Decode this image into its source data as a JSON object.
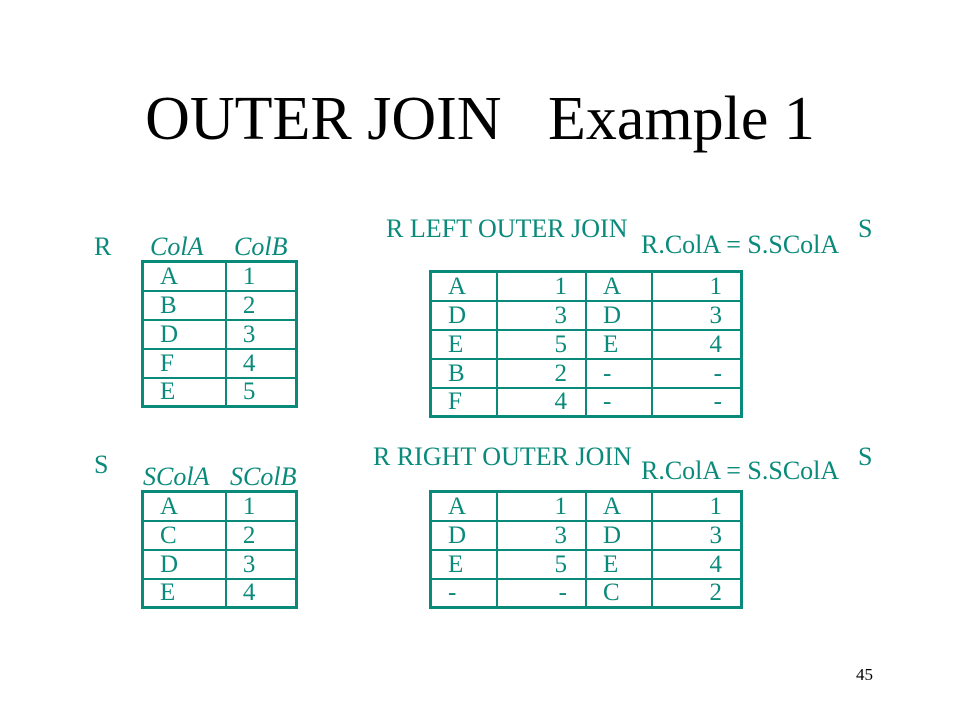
{
  "title": "OUTER JOIN   Example 1",
  "page_number": "45",
  "relation_r": {
    "name": "R",
    "headers": [
      "ColA",
      "ColB"
    ],
    "rows": [
      [
        "A",
        "1"
      ],
      [
        "B",
        "2"
      ],
      [
        "D",
        "3"
      ],
      [
        "F",
        "4"
      ],
      [
        "E",
        "5"
      ]
    ]
  },
  "relation_s": {
    "name": "S",
    "headers": [
      "SColA",
      "SColB"
    ],
    "rows": [
      [
        "A",
        "1"
      ],
      [
        "C",
        "2"
      ],
      [
        "D",
        "3"
      ],
      [
        "E",
        "4"
      ]
    ]
  },
  "left_join": {
    "label": "R LEFT OUTER JOIN",
    "condition": "R.ColA = S.SColA",
    "right_label": "S",
    "rows": [
      [
        "A",
        "1",
        "A",
        "1"
      ],
      [
        "D",
        "3",
        "D",
        "3"
      ],
      [
        "E",
        "5",
        "E",
        "4"
      ],
      [
        "B",
        "2",
        "-",
        "-"
      ],
      [
        "F",
        "4",
        "-",
        "-"
      ]
    ]
  },
  "right_join": {
    "label": "R RIGHT OUTER JOIN",
    "condition": "R.ColA = S.SColA",
    "right_label": "S",
    "rows": [
      [
        "A",
        "1",
        "A",
        "1"
      ],
      [
        "D",
        "3",
        "D",
        "3"
      ],
      [
        "E",
        "5",
        "E",
        "4"
      ],
      [
        "-",
        "-",
        "C",
        "2"
      ]
    ]
  },
  "colors": {
    "accent": "#0a8a7a",
    "text": "#000000",
    "background": "#ffffff"
  }
}
